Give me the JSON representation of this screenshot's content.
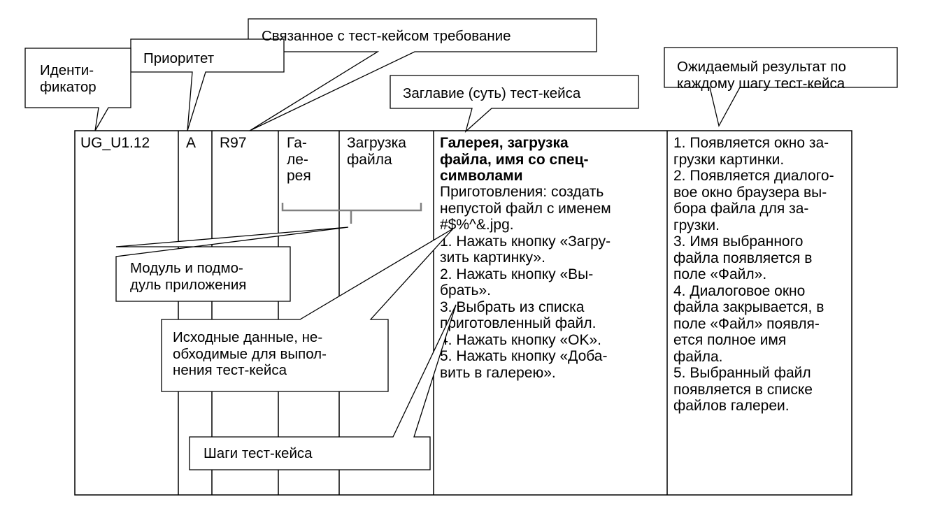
{
  "table": {
    "id": "UG_U1.12",
    "priority": "A",
    "requirement": "R97",
    "module": "Га-\nле-\nрея",
    "submodule": "Загрузка\nфайла",
    "title": "Галерея, загрузка\nфайла, имя со спец-\nсимволами",
    "steps": "Приготовления: создать\nнепустой файл с именем\n#$%^&.jpg.\n1. Нажать кнопку «Загру-\nзить картинку».\n2. Нажать кнопку «Вы-\nбрать».\n3. Выбрать из списка\nприготовленный файл.\n4. Нажать кнопку «OK».\n5. Нажать кнопку «Доба-\nвить в галерею».",
    "expected": "1. Появляется окно за-\nгрузки картинки.\n2. Появляется диалого-\nвое окно браузера вы-\nбора файла для за-\nгрузки.\n3. Имя выбранного\nфайла появляется в\nполе «Файл».\n4. Диалоговое окно\nфайла закрывается, в\nполе «Файл» появля-\nется полное имя\nфайла.\n5. Выбранный файл\nпоявляется в списке\nфайлов галереи."
  },
  "callouts": {
    "identifier": "Иденти-\nфикатор",
    "priority": "Приоритет",
    "requirement": "Связанное с тест-кейсом требование",
    "title": "Заглавие (суть) тест-кейса",
    "expected": "Ожидаемый результат по\nкаждому шагу тест-кейса",
    "module": "Модуль и подмо-\nдуль приложения",
    "input_data": "Исходные данные, не-\nобходимые для выпол-\nнения тест-кейса",
    "steps": "Шаги тест-кейса"
  }
}
